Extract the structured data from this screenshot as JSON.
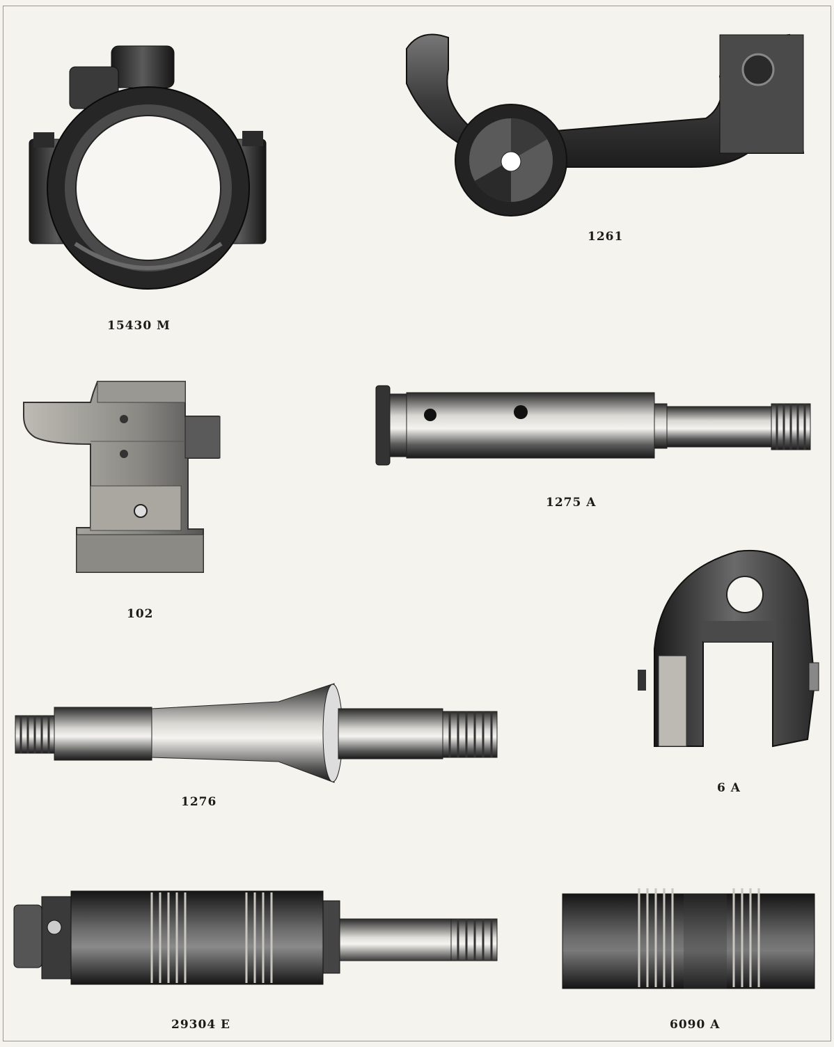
{
  "parts": {
    "p15430m": {
      "label": "15430 M",
      "icon": "bearing-housing-icon"
    },
    "p1261": {
      "label": "1261",
      "icon": "bracket-arm-icon"
    },
    "p102": {
      "label": "102",
      "icon": "slide-block-icon"
    },
    "p1275a": {
      "label": "1275 A",
      "icon": "drilled-shaft-icon"
    },
    "p6a": {
      "label": "6 A",
      "icon": "forked-yoke-icon"
    },
    "p1276": {
      "label": "1276",
      "icon": "tapered-spindle-icon"
    },
    "p29304e": {
      "label": "29304 E",
      "icon": "threaded-spindle-icon"
    },
    "p6090a": {
      "label": "6090 A",
      "icon": "threaded-sleeve-icon"
    }
  },
  "colors": {
    "paper": "#f5f3ed",
    "ink": "#1c1b19"
  }
}
